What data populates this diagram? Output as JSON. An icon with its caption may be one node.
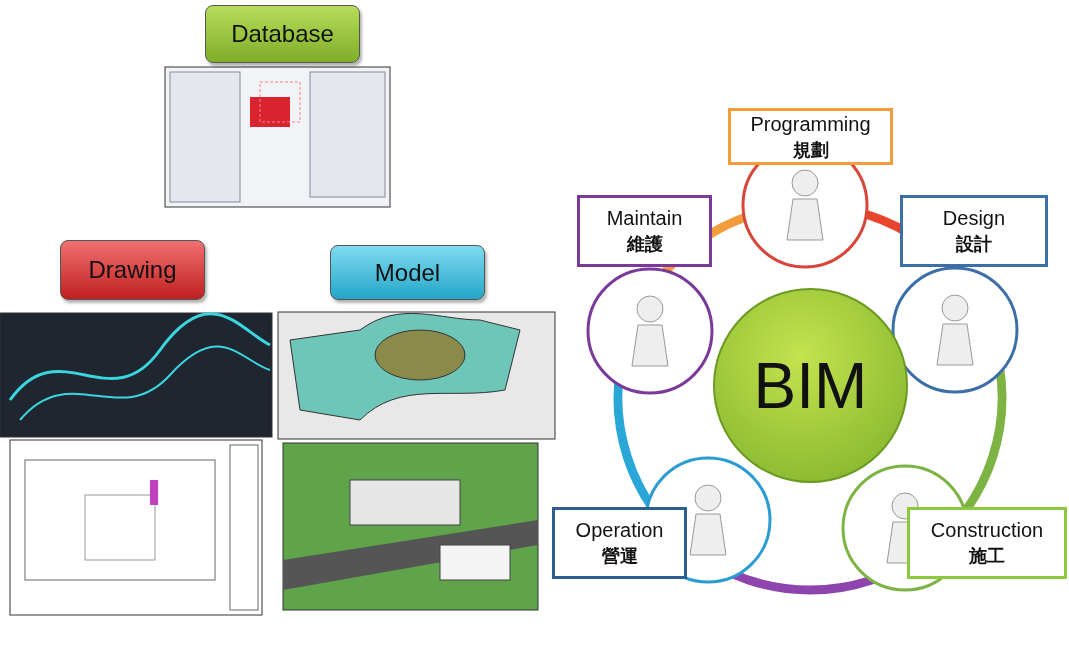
{
  "diagram": {
    "nodes": [
      {
        "text": [
          "Database"
        ]
      },
      {
        "text": [
          "Drawing"
        ]
      },
      {
        "text": [
          "Model"
        ]
      },
      {
        "text": [
          "Programming",
          "規劃"
        ]
      },
      {
        "text": [
          "Maintain",
          "維護"
        ]
      },
      {
        "text": [
          "Design",
          "設計"
        ]
      },
      {
        "text": [
          "BIM"
        ]
      },
      {
        "text": [
          "Operation",
          "營運"
        ]
      },
      {
        "text": [
          "Construction",
          "施工"
        ]
      }
    ],
    "edges": []
  }
}
